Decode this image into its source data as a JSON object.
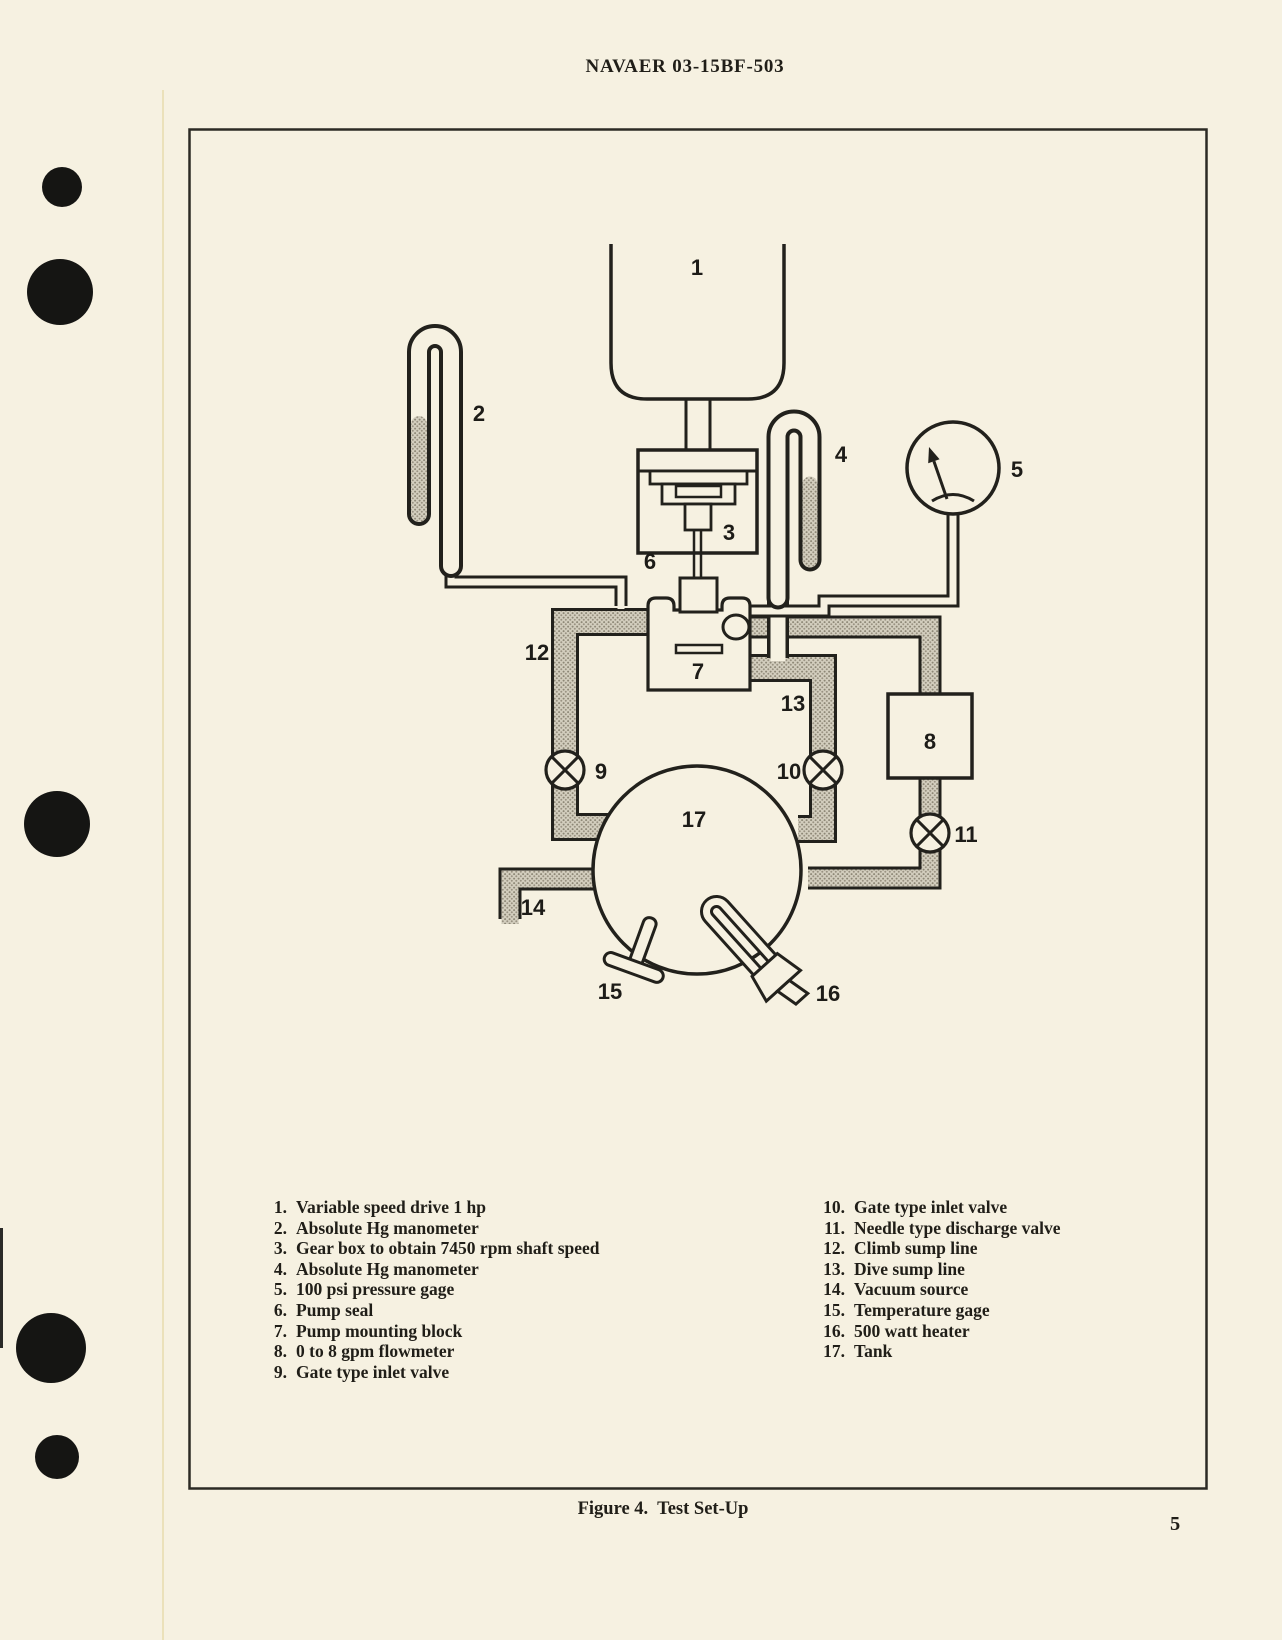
{
  "page": {
    "header": "NAVAER 03-15BF-503",
    "caption": "Figure 4.  Test Set-Up",
    "page_number": "5"
  },
  "diagram": {
    "labels": [
      "1",
      "2",
      "3",
      "4",
      "5",
      "6",
      "7",
      "8",
      "9",
      "10",
      "11",
      "12",
      "13",
      "14",
      "15",
      "16",
      "17"
    ]
  },
  "legend": {
    "left": [
      {
        "num": "1.",
        "text": "Variable speed drive 1 hp"
      },
      {
        "num": "2.",
        "text": "Absolute Hg manometer"
      },
      {
        "num": "3.",
        "text": "Gear box to obtain 7450 rpm shaft speed"
      },
      {
        "num": "4.",
        "text": "Absolute Hg manometer"
      },
      {
        "num": "5.",
        "text": "100 psi pressure gage"
      },
      {
        "num": "6.",
        "text": "Pump seal"
      },
      {
        "num": "7.",
        "text": "Pump mounting block"
      },
      {
        "num": "8.",
        "text": "0 to 8 gpm flowmeter"
      },
      {
        "num": "9.",
        "text": "Gate type inlet valve"
      }
    ],
    "right": [
      {
        "num": "10.",
        "text": "Gate type inlet valve"
      },
      {
        "num": "11.",
        "text": "Needle type discharge valve"
      },
      {
        "num": "12.",
        "text": "Climb sump line"
      },
      {
        "num": "13.",
        "text": "Dive sump line"
      },
      {
        "num": "14.",
        "text": "Vacuum source"
      },
      {
        "num": "15.",
        "text": "Temperature gage"
      },
      {
        "num": "16.",
        "text": "500 watt heater"
      },
      {
        "num": "17.",
        "text": "Tank"
      }
    ]
  },
  "colors": {
    "paper": "#f6f1e1",
    "ink": "#22211c",
    "pipe_fill": "#d3cebe"
  }
}
